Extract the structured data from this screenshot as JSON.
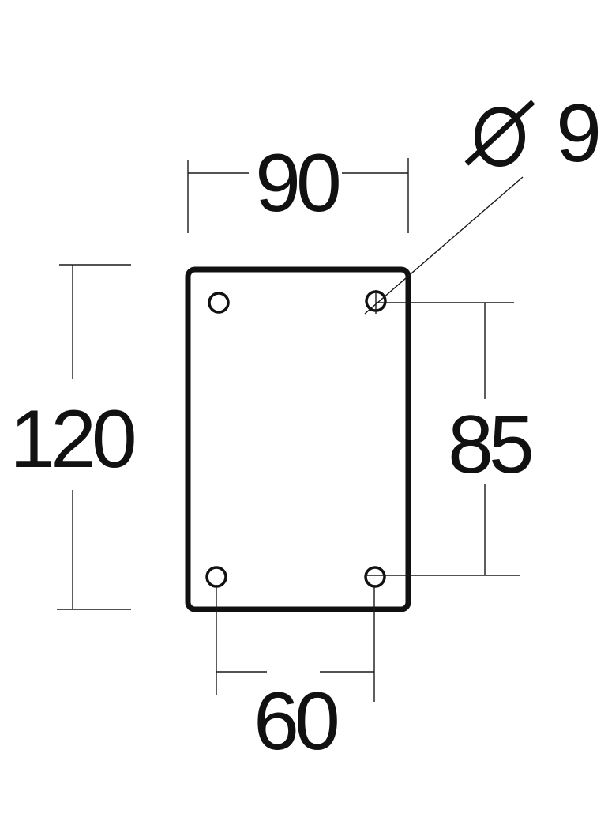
{
  "dimensions": {
    "width": "90",
    "height": "120",
    "hole_spacing_vertical": "85",
    "hole_spacing_horizontal": "60",
    "hole_diameter_symbol": "Ø",
    "hole_diameter_value": "9"
  },
  "colors": {
    "line": "#111111",
    "background": "#ffffff"
  }
}
